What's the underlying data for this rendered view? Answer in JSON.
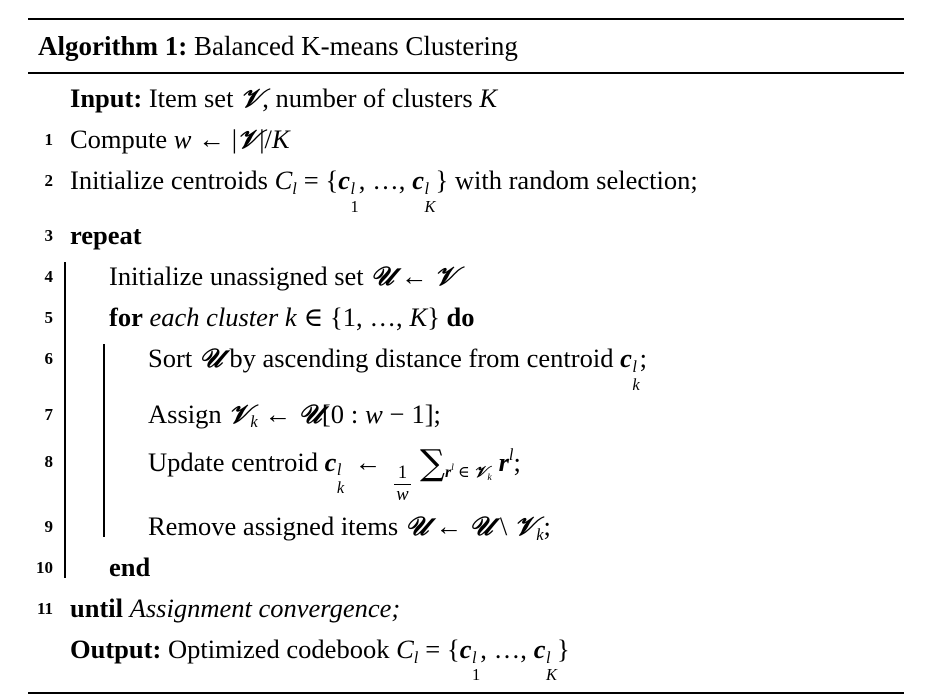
{
  "algorithm": {
    "caption_label": "Algorithm 1:",
    "caption_title": "Balanced K-means Clustering",
    "io": {
      "input_label": "Input:",
      "input_text": "Item set V, number of clusters K",
      "output_label": "Output:",
      "output_text": "Optimized codebook C_l = {c_1^l, ..., c_K^l}"
    },
    "lines": [
      {
        "number": "1",
        "indent": 0,
        "text": "Compute w <- |V|/K"
      },
      {
        "number": "2",
        "indent": 0,
        "text": "Initialize centroids C_l = {c_1^l, ..., c_K^l} with random selection;"
      },
      {
        "number": "3",
        "indent": 0,
        "keyword": "repeat",
        "text": "repeat"
      },
      {
        "number": "4",
        "indent": 1,
        "text": "Initialize unassigned set U <- V"
      },
      {
        "number": "5",
        "indent": 1,
        "keyword": "for",
        "keyword_end": "do",
        "text": "for each cluster k in {1, ..., K} do"
      },
      {
        "number": "6",
        "indent": 2,
        "text": "Sort U by ascending distance from centroid c_k^l;"
      },
      {
        "number": "7",
        "indent": 2,
        "text": "Assign V_k <- U[0 : w - 1];"
      },
      {
        "number": "8",
        "indent": 2,
        "text": "Update centroid c_k^l <- (1/w) SUM_{r^l in V_k} r^l;"
      },
      {
        "number": "9",
        "indent": 2,
        "text": "Remove assigned items U <- U \\ V_k;"
      },
      {
        "number": "10",
        "indent": 1,
        "keyword": "end",
        "text": "end"
      },
      {
        "number": "11",
        "indent": 0,
        "keyword": "until",
        "text": "until Assignment convergence;"
      }
    ],
    "tokens": {
      "cal_V": "𝒱",
      "cal_U": "𝒰",
      "arrow_left": "←",
      "elem_of": "∈",
      "setminus": "\\",
      "sum": "∑",
      "ellipsis": "…",
      "brace_open": "{",
      "brace_close": "}",
      "bracket_open": "[",
      "bracket_close": "]",
      "colon": ":",
      "minus": "−",
      "equals": "=",
      "bar": "|",
      "slash": "/",
      "semicolon": ";",
      "comma": ",",
      "var_w": "w",
      "var_K": "K",
      "var_k": "k",
      "var_C": "C",
      "var_c": "c",
      "var_r": "r",
      "var_l": "l",
      "num_0": "0",
      "num_1": "1",
      "word_compute": "Compute",
      "word_initialize": "Initialize",
      "word_centroids": "centroids",
      "word_with_random_selection": "with random selection;",
      "word_repeat": "repeat",
      "word_unassigned_set": "unassigned set",
      "word_for": "for",
      "word_each_cluster": "each cluster",
      "word_do": "do",
      "word_sort": "Sort",
      "word_by_ascending": "by ascending distance from centroid",
      "word_assign": "Assign",
      "word_update_centroid": "Update centroid",
      "word_remove_assigned": "Remove assigned items",
      "word_end": "end",
      "word_until": "until",
      "word_assignment_convergence": "Assignment convergence;",
      "word_item_set": "Item set",
      "word_number_of_clusters": ", number of clusters",
      "word_optimized_codebook": "Optimized codebook"
    }
  }
}
